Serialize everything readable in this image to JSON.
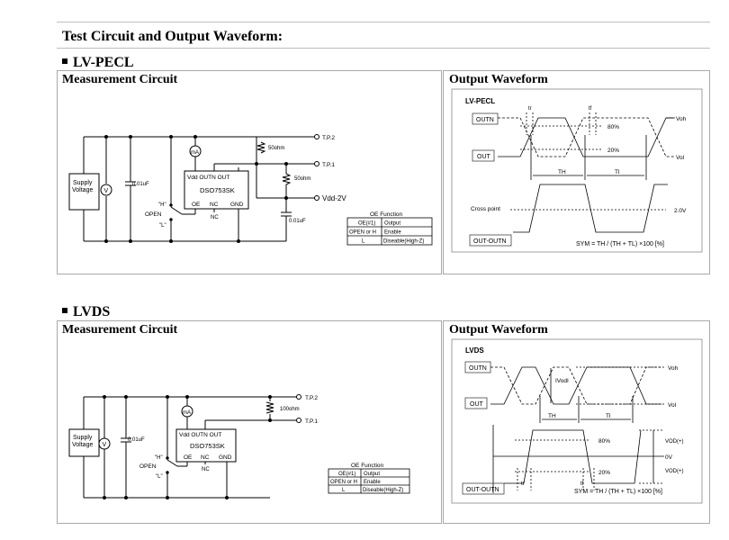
{
  "page": {
    "title": "Test Circuit and Output Waveform:",
    "sections": [
      {
        "name": "LV-PECL",
        "measurement_title": "Measurement Circuit",
        "waveform_title": "Output Waveform"
      },
      {
        "name": "LVDS",
        "measurement_title": "Measurement Circuit",
        "waveform_title": "Output Waveform"
      }
    ]
  },
  "pecl_circuit": {
    "supply": "Supply",
    "voltage": "Voltage",
    "v": "V",
    "cap1": "0.01uF",
    "ma": "mA",
    "chip_top": "Vdd  OUTN  OUT",
    "chip_name": "DSO753SK",
    "pin_oe": "OE",
    "pin_nc": "NC",
    "pin_gnd": "GND",
    "h": "\"H\"",
    "open": "OPEN",
    "l": "\"L\"",
    "nc": "NC",
    "r1": "50ohm",
    "r2": "50ohm",
    "tp2": "T.P.2",
    "tp1": "T.P.1",
    "vdd2v": "Vdd-2V",
    "cap2": "0.01uF",
    "oe_title": "OE Function",
    "oe_rows": [
      [
        "OE(#1)",
        "Output"
      ],
      [
        "OPEN or H",
        "Enable"
      ],
      [
        "L",
        "Diseable(High-Z)"
      ]
    ]
  },
  "pecl_wave": {
    "title": "LV-PECL",
    "outn": "OUTN",
    "out": "OUT",
    "tr": "tr",
    "tf": "tf",
    "p80": "80%",
    "p20": "20%",
    "voh": "Voh",
    "vol": "Vol",
    "th": "TH",
    "tl": "Tl",
    "cross": "Cross point",
    "v20": "2.0V",
    "outouth": "OUT-OUTN",
    "sym": "SYM = TH / (TH + TL) ×100 [%]"
  },
  "lvds_circuit": {
    "supply": "Supply",
    "voltage": "Voltage",
    "v": "V",
    "cap1": "0.01uF",
    "ma": "mA",
    "chip_top": "Vdd  OUTN  OUT",
    "chip_name": "DSO753SK",
    "pin_oe": "OE",
    "pin_nc": "NC",
    "pin_gnd": "GND",
    "h": "\"H\"",
    "open": "OPEN",
    "l": "\"L\"",
    "nc": "NC",
    "r": "100ohm",
    "tp2": "T.P.2",
    "tp1": "T.P.1",
    "oe_title": "OE Function",
    "oe_rows": [
      [
        "OE(#1)",
        "Output"
      ],
      [
        "OPEN or H",
        "Enable"
      ],
      [
        "L",
        "Diseable(High-Z)"
      ]
    ]
  },
  "lvds_wave": {
    "title": "LVDS",
    "outn": "OUTN",
    "out": "OUT",
    "voh": "Voh",
    "vol": "Vol",
    "vod": "IVodI",
    "th": "TH",
    "tl": "Tl",
    "p80": "80%",
    "p20": "20%",
    "vodp": "VOD(+)",
    "zero": "0V",
    "vodm": "VOD(+)",
    "tr": "tr",
    "tf": "tf",
    "outouth": "OUT-OUTN",
    "sym": "SYM = TH / (TH + TL) ×100 [%]"
  }
}
